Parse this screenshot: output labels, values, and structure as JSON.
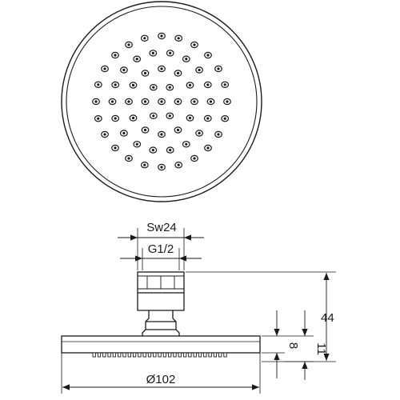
{
  "dimensions": {
    "wrench_size": "Sw24",
    "thread": "G1/2",
    "height_total": "44",
    "head_thickness": "8",
    "head_height": "11",
    "diameter": "Ø102"
  },
  "nozzle_rings": [
    1,
    6,
    12,
    18,
    24
  ],
  "colors": {
    "line": "#1a1a1a",
    "background": "#ffffff"
  }
}
